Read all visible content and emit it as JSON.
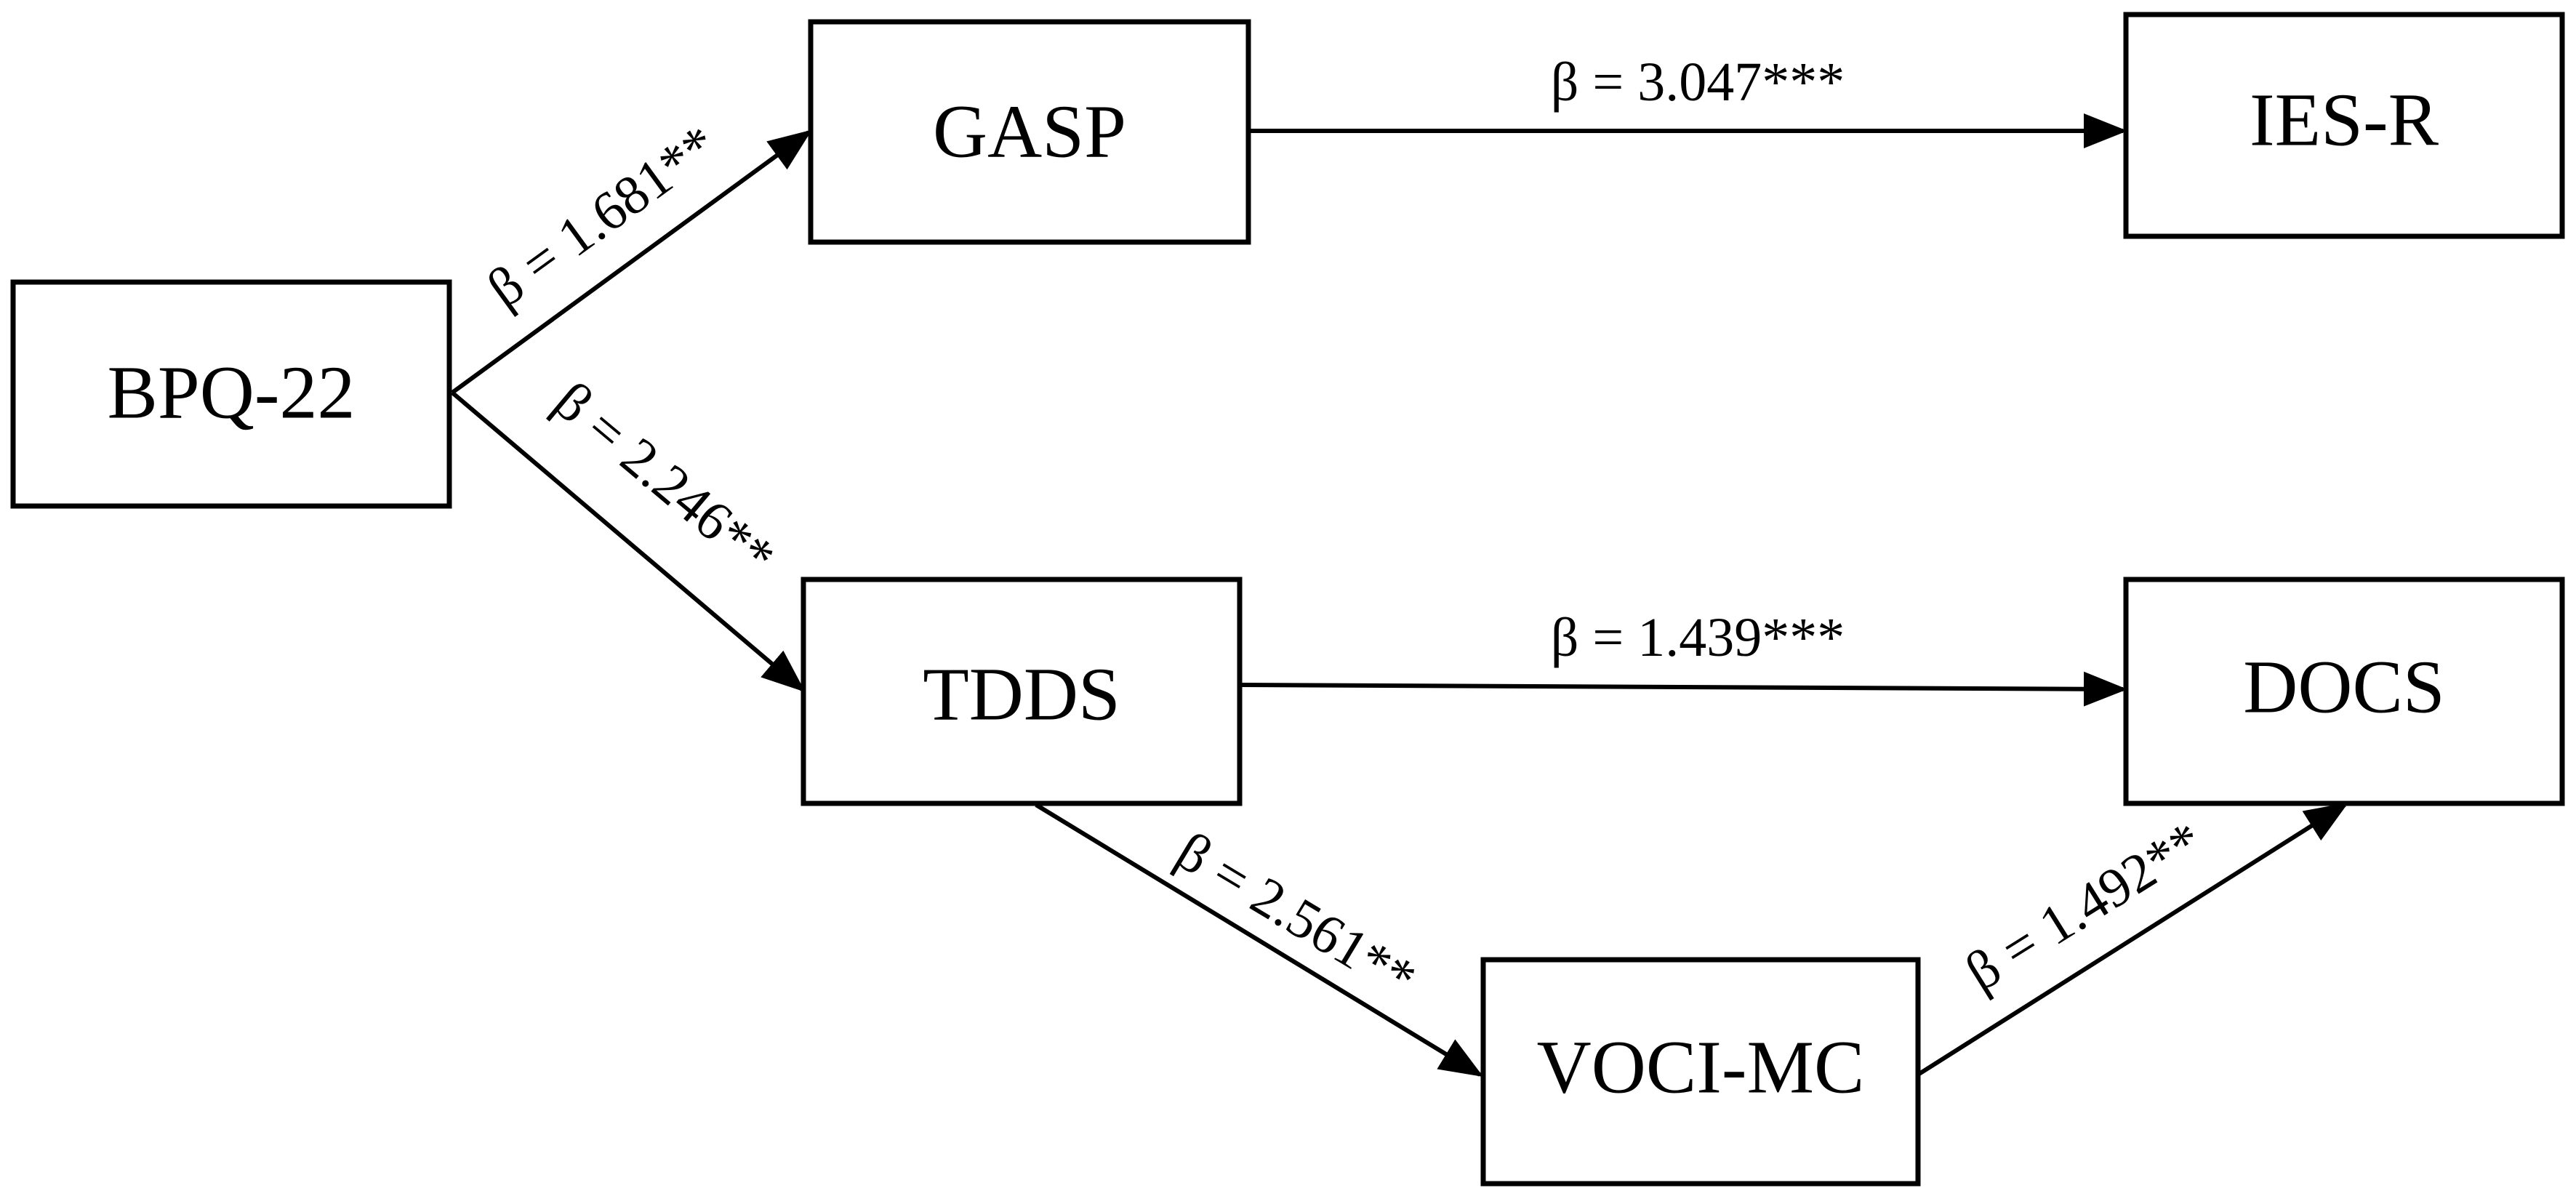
{
  "nodes": {
    "bpq22": {
      "label": "BPQ-22"
    },
    "gasp": {
      "label": "GASP"
    },
    "iesr": {
      "label": "IES-R"
    },
    "tdds": {
      "label": "TDDS"
    },
    "docs": {
      "label": "DOCS"
    },
    "vocimc": {
      "label": "VOCI-MC"
    }
  },
  "edges": {
    "bpq22_gasp": {
      "label": "β = 1.681**"
    },
    "bpq22_tdds": {
      "label": "β = 2.246**"
    },
    "gasp_iesr": {
      "label": "β = 3.047***"
    },
    "tdds_docs": {
      "label": "β = 1.439***"
    },
    "tdds_vocimc": {
      "label": "β = 2.561**"
    },
    "vocimc_docs": {
      "label": "β = 1.492**"
    }
  }
}
